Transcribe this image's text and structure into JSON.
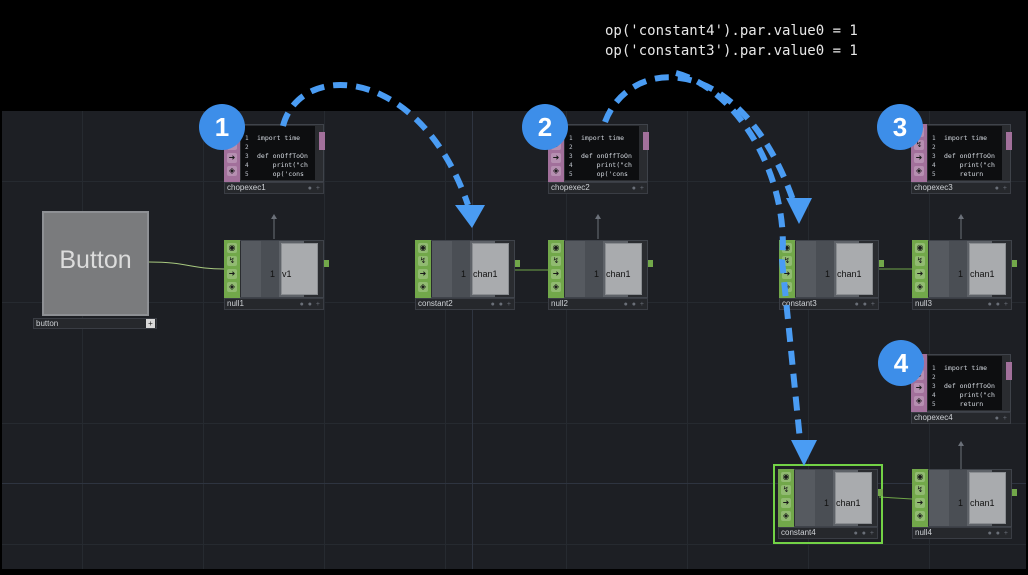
{
  "caption": {
    "line1": "op('constant4').par.value0 = 1",
    "line2": "op('constant3').par.value0 = 1"
  },
  "button_comp": {
    "label": "Button",
    "name": "button"
  },
  "chops": [
    {
      "name": "null1",
      "value": "1",
      "channel": "v1"
    },
    {
      "name": "constant2",
      "value": "1",
      "channel": "chan1"
    },
    {
      "name": "null2",
      "value": "1",
      "channel": "chan1"
    },
    {
      "name": "constant3",
      "value": "1",
      "channel": "chan1"
    },
    {
      "name": "null3",
      "value": "1",
      "channel": "chan1"
    },
    {
      "name": "constant4",
      "value": "1",
      "channel": "chan1",
      "selected": true
    },
    {
      "name": "null4",
      "value": "1",
      "channel": "chan1"
    }
  ],
  "dats": [
    {
      "name": "chopexec1",
      "code": "import time\n\ndef onOffToOn\n    print(\"ch\n    op('cons"
    },
    {
      "name": "chopexec2",
      "code": "import time\n\ndef onOffToOn\n    print(\"ch\n    op('cons"
    },
    {
      "name": "chopexec3",
      "code": "import time\n\ndef onOffToOn\n    print(\"ch\n    return"
    },
    {
      "name": "chopexec4",
      "code": "import time\n\ndef onOffToOn\n    print(\"ch\n    return"
    }
  ],
  "line_numbers": "1\n2\n3\n4\n5",
  "badges": [
    "1",
    "2",
    "3",
    "4"
  ],
  "icons": [
    "viewer-icon",
    "cook-icon",
    "bypass-icon",
    "lock-icon"
  ],
  "colors": {
    "chop_green": "#72a84a",
    "dat_purple": "#a2709b",
    "badge_blue": "#3d8ee9",
    "arrow_blue": "#4a9cf3",
    "selected_green": "#73d246"
  }
}
